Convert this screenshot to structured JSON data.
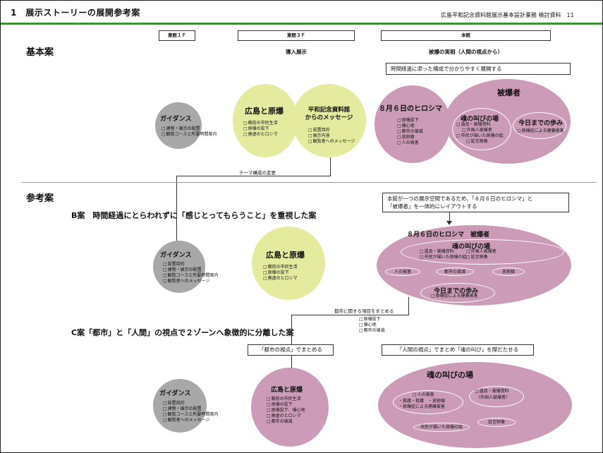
{
  "header": {
    "title": "1　展示ストーリーの展開参考案",
    "right": "広島平和記念資料館展示基本設計業務 検討資料　11"
  },
  "columns": {
    "east1": "東館１Ｆ",
    "east3": "東館３Ｆ",
    "main": "本館",
    "east3_sub": "導入展示",
    "main_sub": "被爆の実相（人間の視点から）"
  },
  "basic": {
    "section": "基本案",
    "note": "時間経過に添った構成で分かりやすく展開する",
    "guidance": {
      "title": "ガイダンス",
      "items": [
        "建物・展示の配置",
        "観覧コースと所要時間案内"
      ]
    },
    "hiroshima": {
      "title": "広島と原爆",
      "items": [
        "戦前の市民生活",
        "原爆の投下",
        "廃虚のヒロシマ"
      ]
    },
    "message": {
      "title1": "平和記念資料館",
      "title2": "からのメッセージ",
      "items": [
        "設置目的",
        "展示内容",
        "観覧者へのメッセージ"
      ]
    },
    "aug6": {
      "title": "８月６日のヒロシマ",
      "items": [
        "原爆投下",
        "爆心地",
        "都市の壊滅",
        "放射線",
        "人の被害"
      ]
    },
    "hibakusha": {
      "title": "被爆者",
      "soul": {
        "title": "魂の叫びの場",
        "items": [
          "遺品・被爆資料",
          "外国人被爆者",
          "市民が描いた原爆の絵",
          "証言映像"
        ]
      },
      "today": {
        "title": "今日までの歩み",
        "items": [
          "原爆症による健康被害"
        ]
      }
    },
    "theme_change": "テーマ構成の変更"
  },
  "reference": {
    "section": "参考案",
    "planB": {
      "title": "B案　時間経過にとらわれずに「感じとってもらうこと」を重視した案",
      "note1": "本館が一つの展示空間であるため、「８月６日のヒロシマ」と",
      "note2": "「被爆者」を一体的にレイアウトする",
      "guidance": {
        "title": "ガイダンス",
        "items": [
          "設置目的",
          "建物・展示の配置",
          "観覧コースと所要時間案内",
          "観覧者へのメッセージ"
        ]
      },
      "hiroshima": {
        "title": "広島と原爆",
        "items": [
          "戦前の市民生活",
          "原爆の投下",
          "廃虚のヒロシマ"
        ]
      },
      "main": {
        "title": "８月６日のヒロシマ　被爆者",
        "soul": {
          "title": "魂の叫びの場",
          "items": [
            "遺品・被爆資料",
            "外国人被爆者",
            "市民が描いた原爆の絵",
            "証言映像"
          ]
        },
        "people": "人の被害",
        "city": "都市の壊滅",
        "radiation": "放射線",
        "today": {
          "title": "今日までの歩み",
          "items": [
            "原爆症による健康被害"
          ]
        }
      },
      "city_note": "都市に関する項目をまとめる",
      "city_items": [
        "原爆投下",
        "爆心地",
        "都市の壊滅"
      ]
    },
    "planC": {
      "title": "C案「都市」と「人間」の視点で２ゾーンへ象徴的に分離した案",
      "city_view": "「都市の視点」でまとめる",
      "human_view": "「人間の視点」でまとめ「魂の叫び」を際だたせる",
      "guidance": {
        "title": "ガイダンス",
        "items": [
          "設置目的",
          "建物・展示の配置",
          "観覧コースと所要時間案内",
          "観覧者へのメッセージ"
        ]
      },
      "hiroshima": {
        "title": "広島と原爆",
        "items": [
          "戦前の市民生活",
          "原爆の投下",
          "原爆投下、爆心地",
          "廃虚のヒロシマ",
          "都市の壊滅"
        ]
      },
      "soul": {
        "title": "魂の叫びの場",
        "people_title": "人の被害",
        "people_items": [
          "・救護・救護　・放射線",
          "・原爆症による健康被害"
        ],
        "relics1": "遺品・被爆資料",
        "relics2": "（外国人被爆者）",
        "drawings": "市民が描いた原爆の絵",
        "testimony": "証言映像"
      }
    }
  }
}
